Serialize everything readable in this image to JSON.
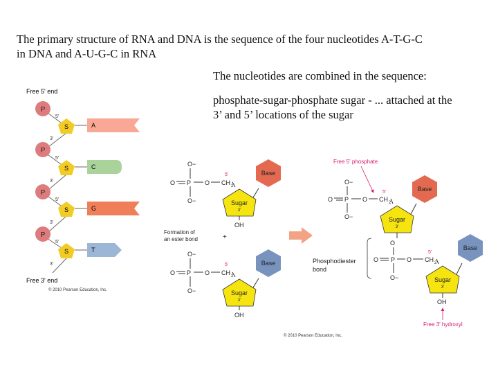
{
  "slide": {
    "title_line1": "The primary structure of RNA and DNA is the sequence of the four nucleotides A-T-G-C",
    "title_line2": "in DNA and A-U-G-C in RNA",
    "subtitle": "The nucleotides are combined in the sequence:",
    "description_line1": "phosphate-sugar-phosphate sugar - ... attached at the",
    "description_line2": "3’ and 5’ locations of the sugar"
  },
  "strand_figure": {
    "free_5_end": "Free 5' end",
    "free_3_end": "Free 3' end",
    "phosphate": "P",
    "sugar": "S",
    "prime5": "5'",
    "prime3": "3'",
    "bases": [
      "A",
      "C",
      "G",
      "T"
    ],
    "copyright": "© 2010 Pearson Education, Inc."
  },
  "reaction_figure": {
    "o_minus": "O−",
    "o": "O",
    "p": "P",
    "ch2": "CH",
    "ch2_sub": "2",
    "prime5": "5'",
    "prime3": "3'",
    "base": "Base",
    "sugar": "Sugar",
    "oh": "OH",
    "plus": "+",
    "formation_line1": "Formation of",
    "formation_line2": "an ester bond",
    "free_5_phosphate": "Free 5' phosphate",
    "phosphodiester_line1": "Phosphodiester",
    "phosphodiester_line2": "bond",
    "free_3_hydroxyl": "Free 3' hydroxyl",
    "copyright": "© 2010 Pearson Education, Inc."
  },
  "colors": {
    "phosphate": "#dd7b7d",
    "sugar": "#f2cc25",
    "base_a": "#f8a894",
    "base_c": "#a9d39a",
    "base_g": "#ef7f58",
    "base_t": "#9cb6d6",
    "reaction_base_red": "#e36a50",
    "reaction_base_blue": "#7894be",
    "reaction_sugar": "#f6e410",
    "arrow": "#f4a284",
    "annotation_pink": "#d81b6e"
  }
}
